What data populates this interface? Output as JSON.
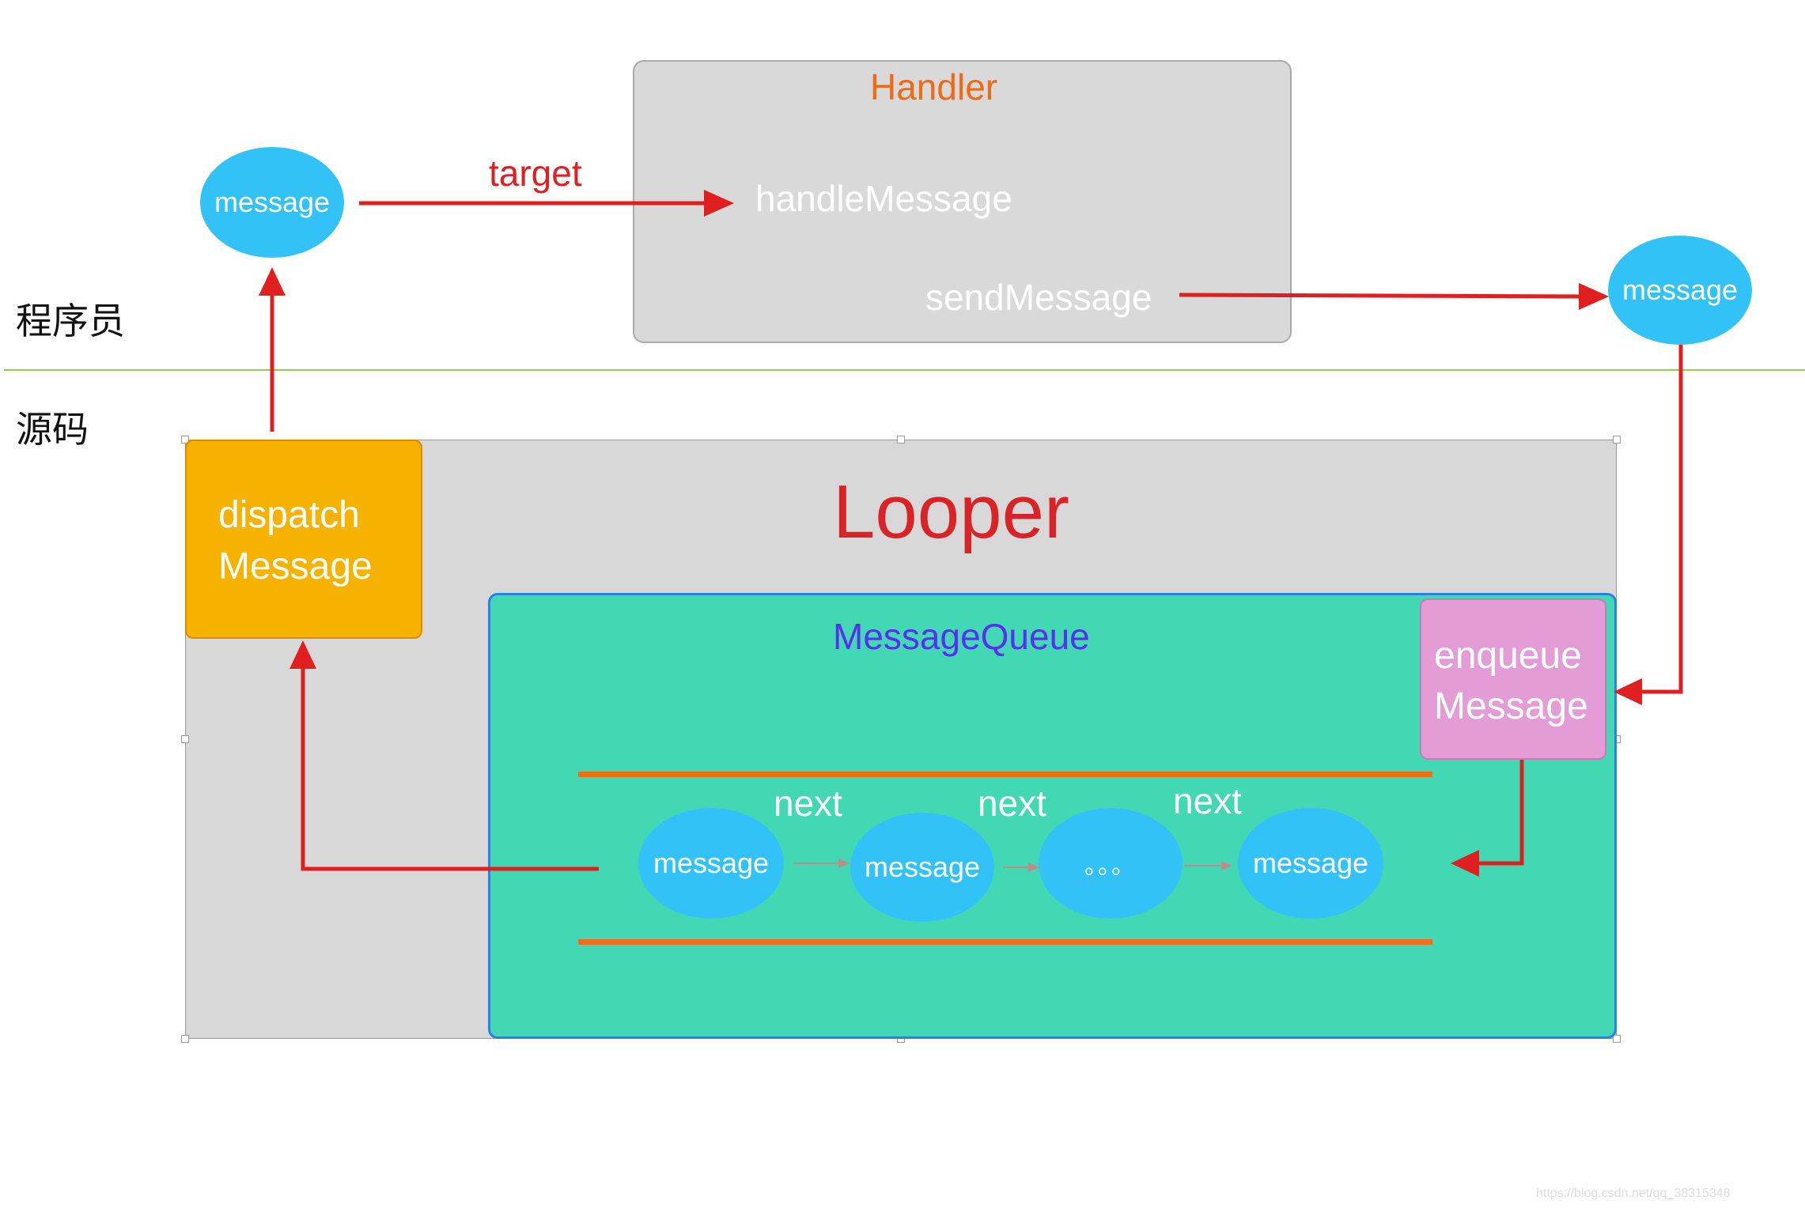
{
  "labels": {
    "programmer": "程序员",
    "source": "源码"
  },
  "handler": {
    "title": "Handler",
    "handle_message": "handleMessage",
    "send_message": "sendMessage"
  },
  "top_message_left": "message",
  "top_message_right": "message",
  "target_label": "target",
  "looper": {
    "title": "Looper",
    "dispatch_line1": "dispatch",
    "dispatch_line2": "Message"
  },
  "queue": {
    "title": "MessageQueue",
    "enqueue_line1": "enqueue",
    "enqueue_line2": "Message",
    "nodes": [
      "message",
      "message",
      "。。。",
      "message"
    ],
    "next_labels": [
      "next",
      "next",
      "next"
    ]
  },
  "watermark": "https://blog.csdn.net/qq_38315348",
  "colors": {
    "message_fill": "#33c2f8",
    "arrow_red": "#e02020",
    "handler_title": "#ef6a14",
    "looper_title": "#d92427",
    "queue_title": "#5530ee",
    "queue_fill": "#43d8b4",
    "dispatch_fill": "#f6b200",
    "enqueue_fill": "#e39cd6",
    "orange_line": "#ee6f14",
    "divider_green": "#8bd14a"
  }
}
